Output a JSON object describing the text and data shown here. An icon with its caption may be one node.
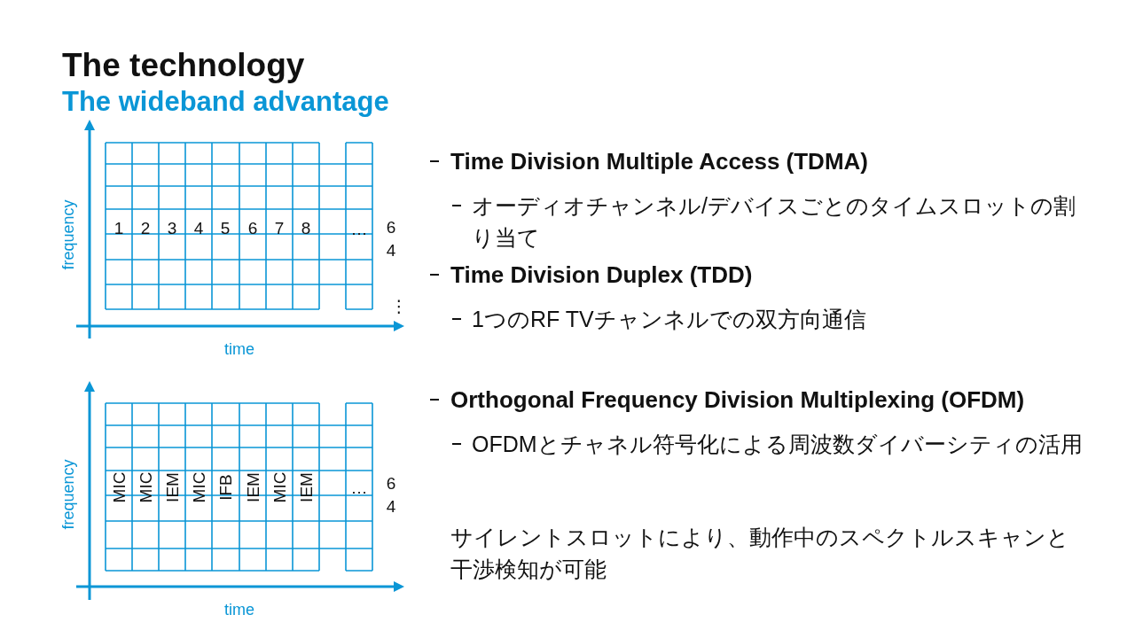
{
  "diagram": {
    "title": "The technology",
    "labels": [
      "The wideband advantage",
      "frequency",
      "1",
      "2",
      "3",
      "4",
      "5",
      "6",
      "7",
      "8",
      "…",
      "64",
      "⋮",
      "time",
      "Time Division Multiple Access (TDMA)",
      "オーディオチャンネル/デバイスごとのタイムスロットの割り当て",
      "Time Division Duplex (TDD)",
      "1つのRF TVチャンネルでの双方向通信",
      "frequency",
      "MIC",
      "MIC",
      "IEM",
      "MIC",
      "IFB",
      "IEM",
      "MIC",
      "IEM",
      "…",
      "64",
      "time",
      "Orthogonal Frequency Division Multiplexing (OFDM)",
      "OFDMとチャネル符号化による周波数ダイバーシティの活用",
      "サイレントスロットにより、動作中のスペクトルスキャンと干渉検知が可能"
    ]
  }
}
